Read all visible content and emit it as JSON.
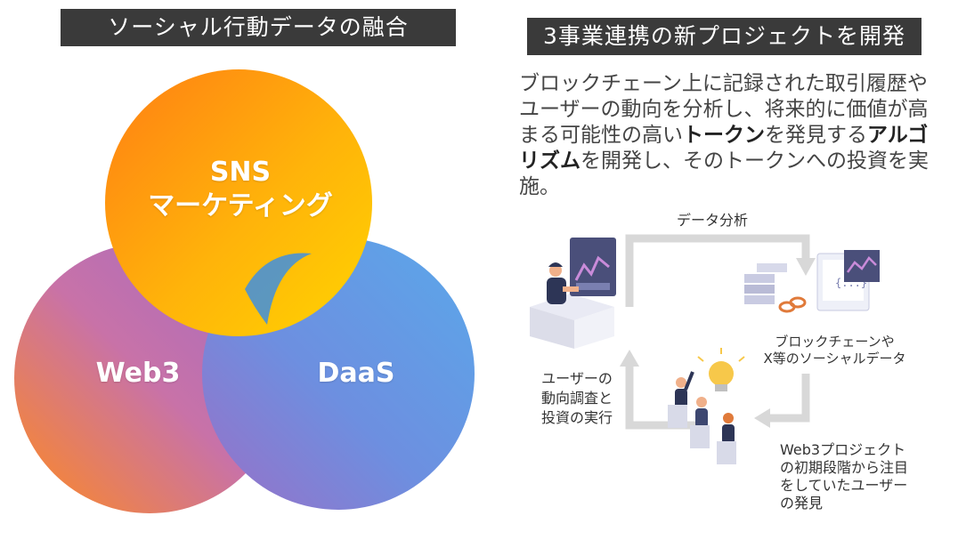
{
  "headings": {
    "left": "ソーシャル行動データの融合",
    "right": "3事業連携の新プロジェクトを開発"
  },
  "venn": {
    "sns_line1": "SNS",
    "sns_line2": "マーケティング",
    "web3": "Web3",
    "daas": "DaaS"
  },
  "description": {
    "part1": "ブロックチェーン上に記録された取引履歴やユーザーの動向を分析し、将来的に価値が高まる可能性の高い",
    "bold1": "トークン",
    "part2": "を発見する",
    "bold2": "アルゴリズム",
    "part3": "を開発し、そのトークンへの投資を実施。"
  },
  "flow": {
    "top_label": "データ分析",
    "left_label": [
      "ユーザーの",
      "動向調査と",
      "投資の実行"
    ],
    "right_label": [
      "ブロックチェーンや",
      "X等のソーシャルデータ"
    ],
    "bottom_label": [
      "Web3プロジェクト",
      "の初期段階から注目",
      "をしていたユーザー",
      "の発見"
    ]
  }
}
